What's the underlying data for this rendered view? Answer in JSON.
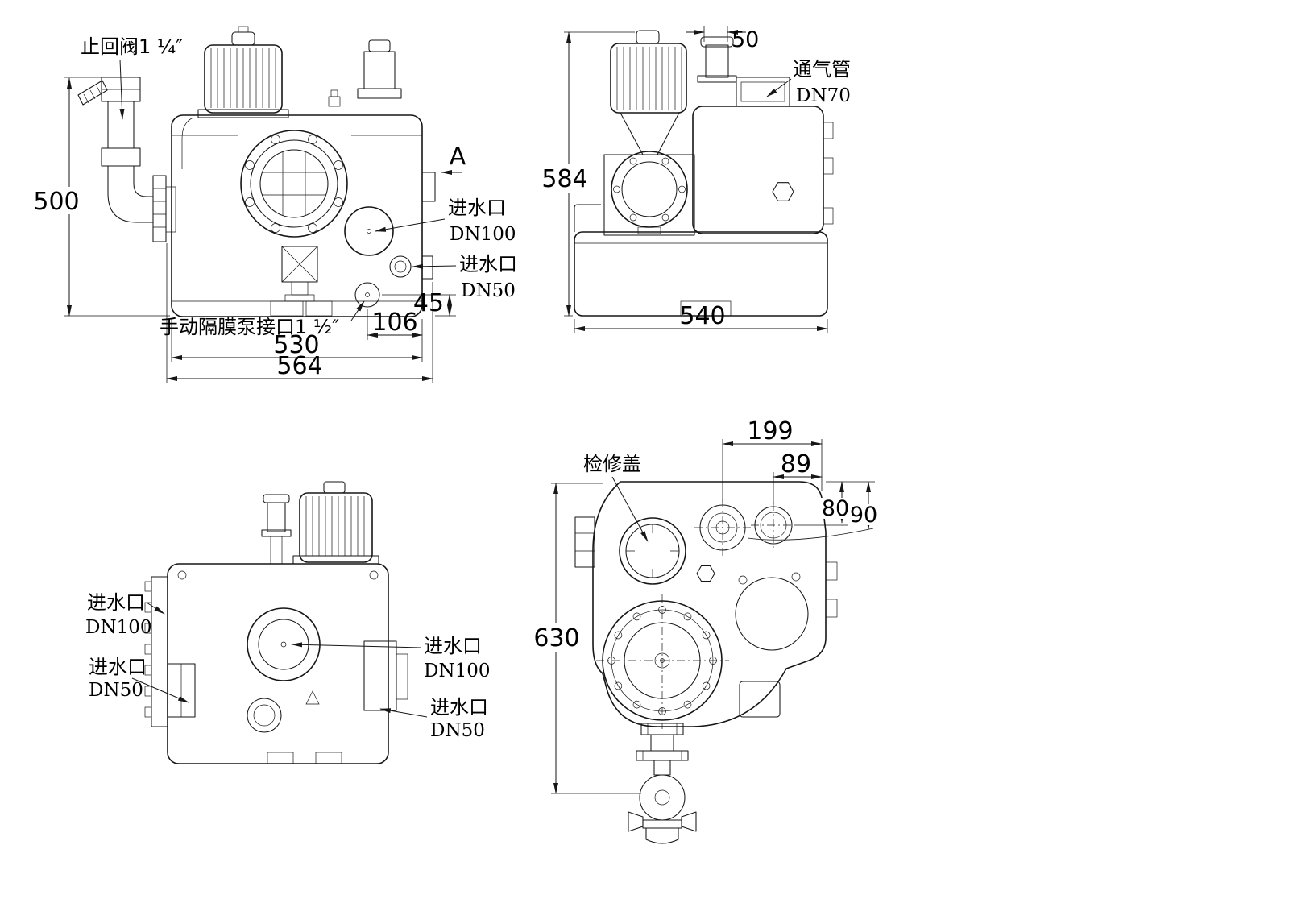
{
  "front_view": {
    "labels": {
      "check_valve": "止回阀1 ¼″",
      "inlet_dn100": "进水口",
      "inlet_dn100_size": "DN100",
      "inlet_dn50": "进水口",
      "inlet_dn50_size": "DN50",
      "manual_diaphragm_pump": "手动隔膜泵接口1 ½″",
      "section_marker": "A"
    },
    "dimensions": {
      "overall_height": "500",
      "port_bottom_offset": "45",
      "port_side_offset": "106",
      "body_width": "530",
      "overall_width": "564"
    }
  },
  "side_view": {
    "labels": {
      "vent_pipe": "通气管",
      "vent_pipe_size": "DN70"
    },
    "dimensions": {
      "vent_offset": "50",
      "overall_height": "584",
      "overall_depth": "540"
    }
  },
  "rear_view": {
    "labels": {
      "inlet_left_dn100": "进水口",
      "inlet_left_dn100_size": "DN100",
      "inlet_left_dn50": "进水口",
      "inlet_left_dn50_size": "DN50",
      "inlet_right_dn100": "进水口",
      "inlet_right_dn100_size": "DN100",
      "inlet_right_dn50": "进水口",
      "inlet_right_dn50_size": "DN50"
    }
  },
  "top_view": {
    "labels": {
      "inspection_cover": "检修盖"
    },
    "dimensions": {
      "center_to_edge_199": "199",
      "center_to_edge_89": "89",
      "edge_offset_80": "80",
      "edge_offset_90": "90",
      "overall_length": "630"
    }
  }
}
